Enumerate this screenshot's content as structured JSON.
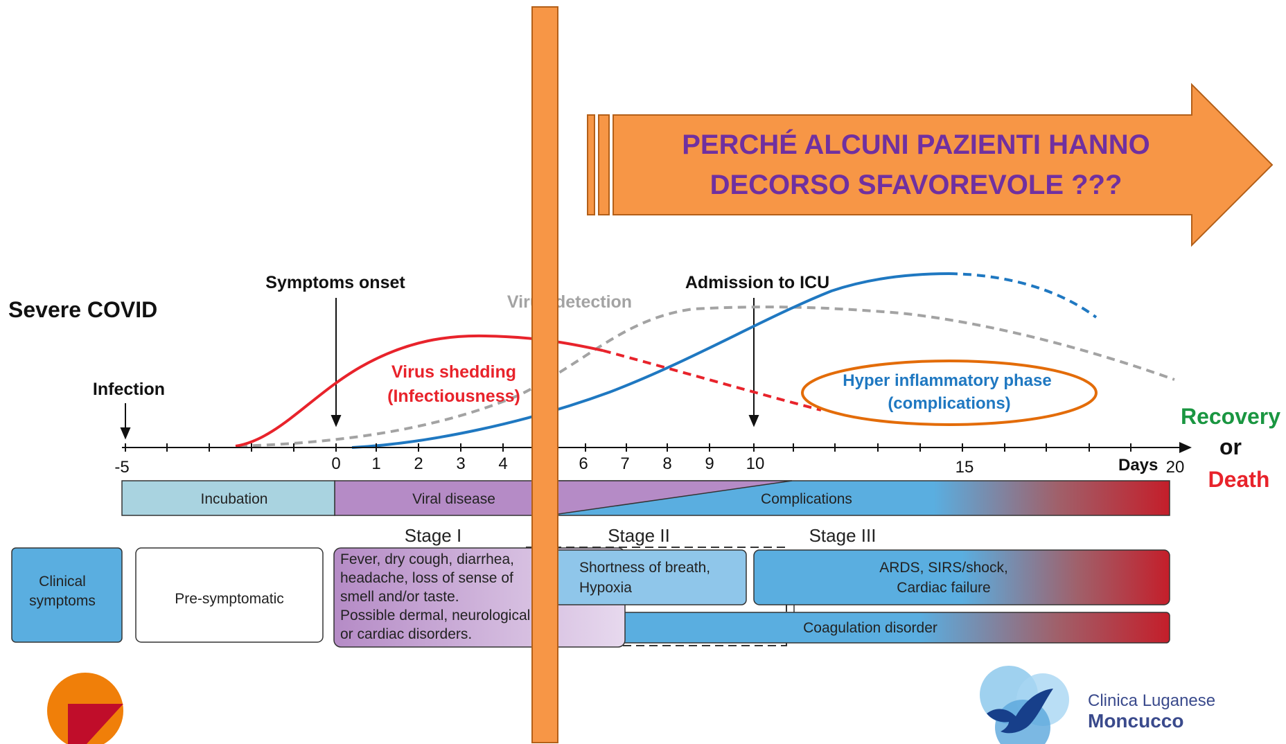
{
  "banner": {
    "line1": "PERCHÉ ALCUNI PAZIENTI  HANNO",
    "line2": "DECORSO SFAVOREVOLE ???",
    "text_color": "#7030a0",
    "fill_color": "#f79646"
  },
  "diagram": {
    "title": "Severe COVID",
    "events": {
      "infection": "Infection",
      "symptoms_onset": "Symptoms onset",
      "admission_icu": "Admission to ICU"
    },
    "curves": {
      "virus_detection": "Virus detection",
      "virus_shedding_line1": "Virus shedding",
      "virus_shedding_line2": "(Infectiousness)",
      "hyper_line1": "Hyper inflammatory phase",
      "hyper_line2": "(complications)"
    },
    "axis": {
      "ticks": [
        "-5",
        "0",
        "1",
        "2",
        "3",
        "4",
        "6",
        "7",
        "8",
        "9",
        "10",
        "15",
        "20"
      ],
      "unit": "Days"
    },
    "outcome": {
      "recovery": "Recovery",
      "or": "or",
      "death": "Death"
    },
    "phases": {
      "incubation": "Incubation",
      "viral_disease": "Viral disease",
      "complications": "Complications"
    },
    "stages": {
      "stage1": "Stage I",
      "stage2": "Stage II",
      "stage3": "Stage III"
    },
    "symptoms": {
      "clinical_line1": "Clinical",
      "clinical_line2": "symptoms",
      "presymptomatic": "Pre-symptomatic",
      "stage1_lines": [
        "Fever, dry cough, diarrhea,",
        "headache, loss of sense of",
        "smell and/or taste.",
        "Possible dermal, neurological",
        "or cardiac disorders."
      ],
      "stage2_line1": "Shortness of breath,",
      "stage2_line2": "Hypoxia",
      "stage3_line1": "ARDS, SIRS/shock,",
      "stage3_line2": "Cardiac failure",
      "coagulation": "Coagulation disorder"
    }
  },
  "logo": {
    "name_line1": "Clinica Luganese",
    "name_line2": "Moncucco"
  },
  "colors": {
    "red": "#e8232b",
    "blue": "#1f78c1",
    "grey": "#a3a3a3",
    "green": "#1a9641",
    "orange_outline": "#e36c09",
    "purple": "#7030a0"
  }
}
